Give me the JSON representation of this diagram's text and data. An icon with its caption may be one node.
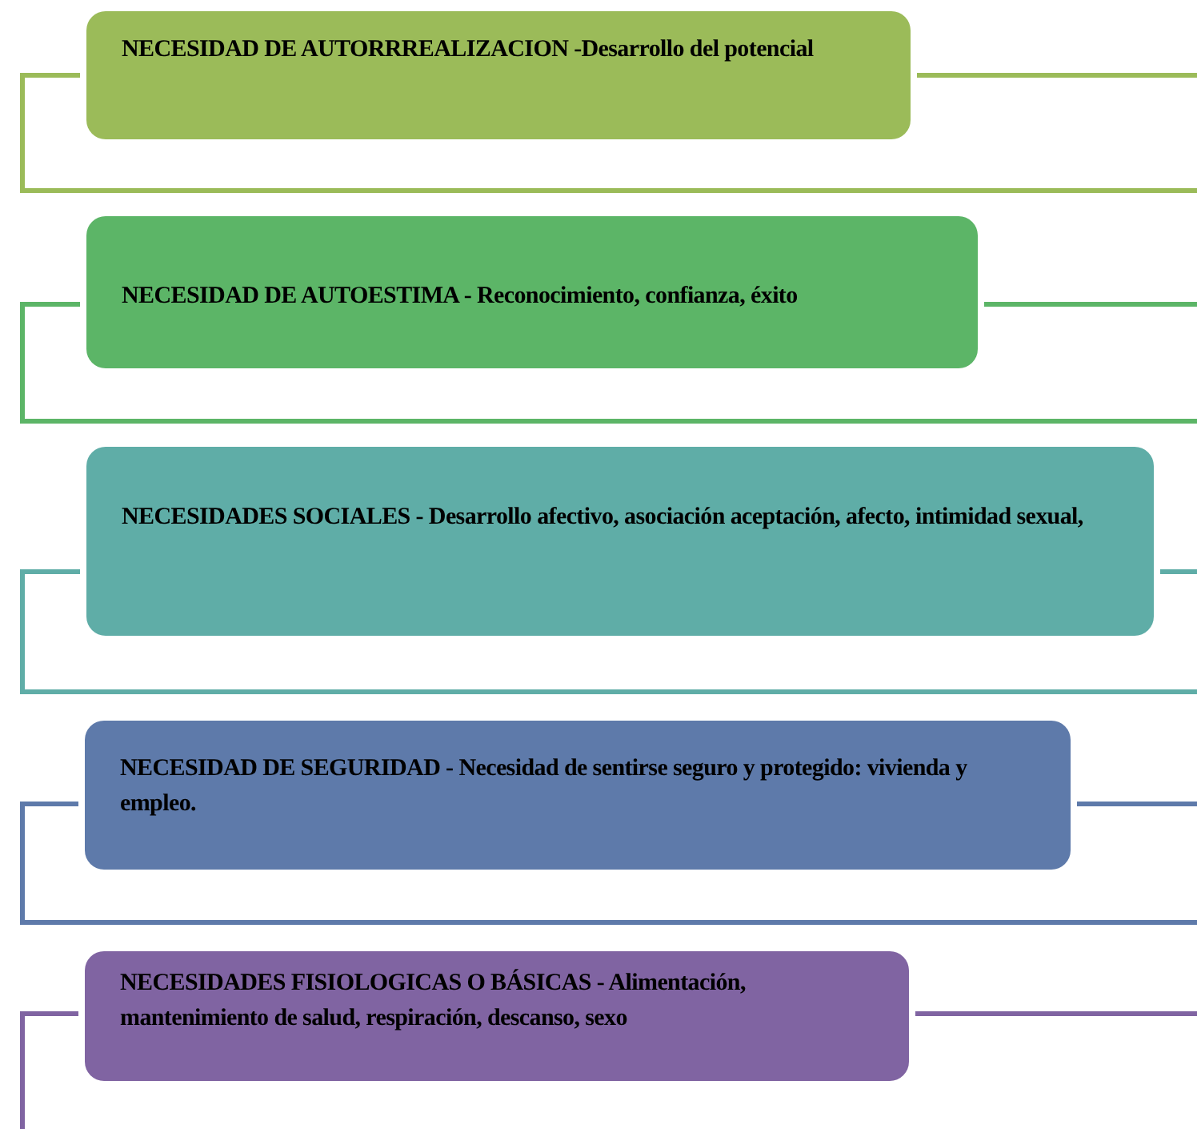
{
  "diagram": {
    "nodes": [
      {
        "text": [
          "NECESIDAD DE AUTORRREALIZACION  -Desarrollo del potencial"
        ]
      },
      {
        "text": [
          "NECESIDAD DE AUTOESTIMA - Reconocimiento, confianza, éxito"
        ]
      },
      {
        "text": [
          "NECESIDADES SOCIALES - Desarrollo afectivo, asociación aceptación, afecto, intimidad sexual,"
        ]
      },
      {
        "text": [
          "NECESIDAD DE SEGURIDAD - Necesidad de sentirse seguro y protegido: vivienda y empleo."
        ]
      },
      {
        "text": [
          "NECESIDADES FISIOLOGICAS O BÁSICAS - Alimentación, mantenimiento de salud, respiración, descanso, sexo"
        ]
      }
    ]
  }
}
